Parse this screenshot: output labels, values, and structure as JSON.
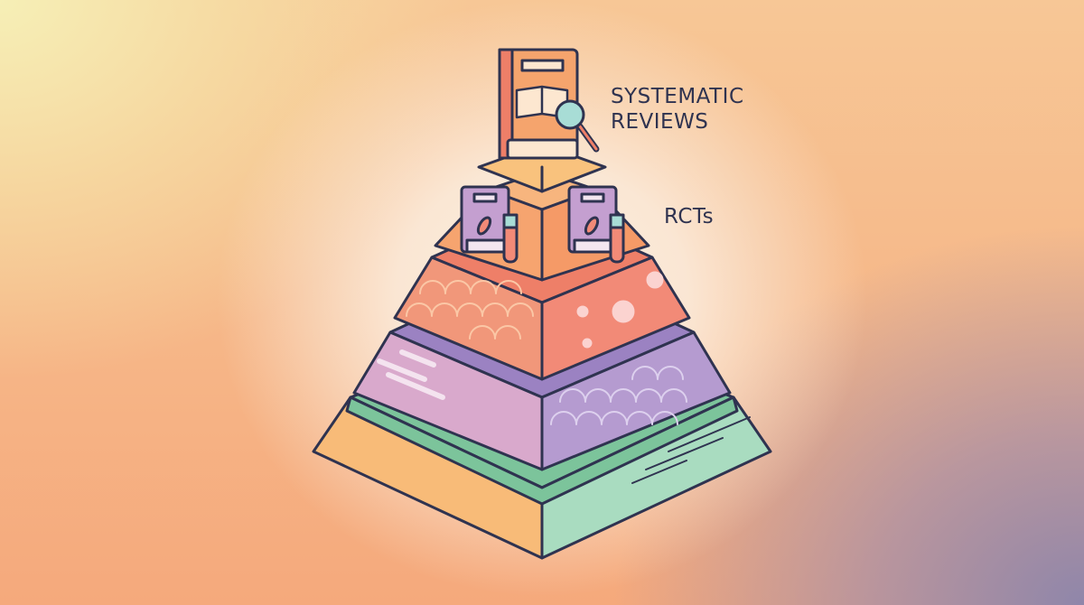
{
  "labels": {
    "top_line1": "SYSTEMATIC",
    "top_line2": "REVIEWS",
    "second": "RCTs"
  },
  "colors": {
    "outline": "#2f3350",
    "tier1_left": "#f8bb78",
    "tier1_right": "#a9dcc0",
    "tier1_band": "#7cc49b",
    "tier2_left": "#d9a9cc",
    "tier2_right": "#b59bd0",
    "tier2_top": "#9b82c2",
    "tier3_left": "#f1977a",
    "tier3_right": "#f28a77",
    "tier3_top": "#ee7f68",
    "tier4": "#f6a46f",
    "tier5": "#f9c27d",
    "book_orange": "#f5a46d",
    "book_purple": "#c49fd0",
    "lens": "#a8ddd6"
  }
}
